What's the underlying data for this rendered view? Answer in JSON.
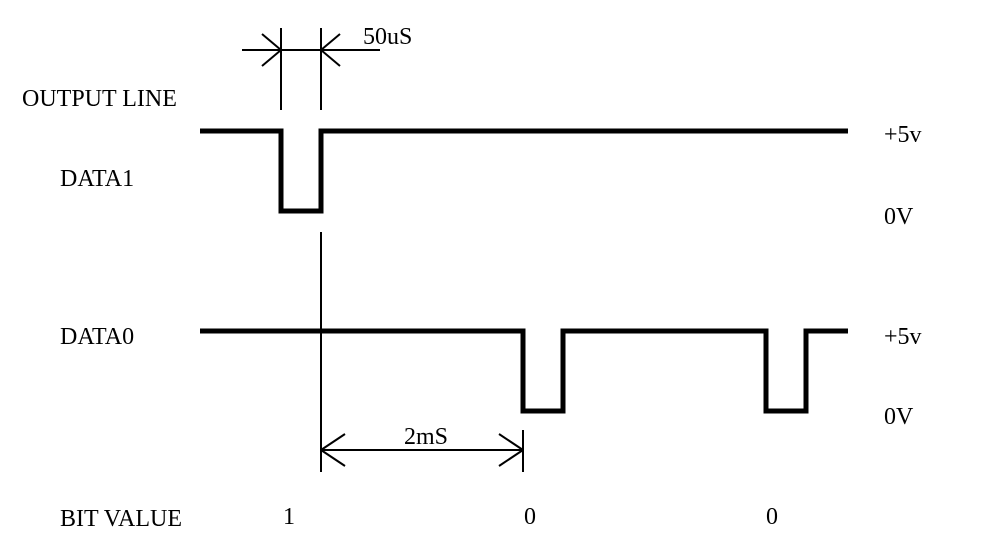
{
  "labels": {
    "output_line": "OUTPUT LINE",
    "data1": "DATA1",
    "data0": "DATA0",
    "bit_value": "BIT VALUE"
  },
  "levels": {
    "data1_high": "+5v",
    "data1_low": "0V",
    "data0_high": "+5v",
    "data0_low": "0V"
  },
  "timing": {
    "pulse_width": "50uS",
    "bit_period": "2mS"
  },
  "bits": [
    "1",
    "0",
    "0"
  ]
}
